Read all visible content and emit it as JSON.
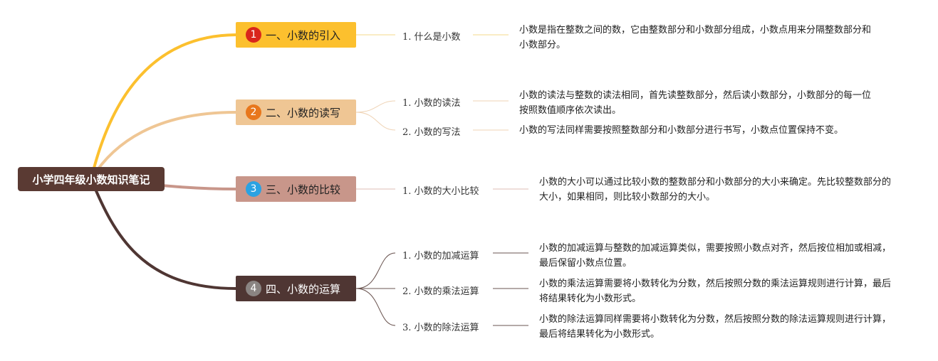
{
  "root": {
    "label": "小学四年级小数知识笔记"
  },
  "branches": [
    {
      "num": "1",
      "label": "一、小数的引入",
      "children": [
        {
          "label": "1. 什么是小数",
          "desc": "小数是指在整数之间的数，它由整数部分和小数部分组成，小数点用来分隔整数部分和小数部分。"
        }
      ]
    },
    {
      "num": "2",
      "label": "二、小数的读写",
      "children": [
        {
          "label": "1. 小数的读法",
          "desc": "小数的读法与整数的读法相同，首先读整数部分，然后读小数部分，小数部分的每一位按照数值顺序依次读出。"
        },
        {
          "label": "2. 小数的写法",
          "desc": "小数的写法同样需要按照整数部分和小数部分进行书写，小数点位置保持不变。"
        }
      ]
    },
    {
      "num": "3",
      "label": "三、小数的比较",
      "children": [
        {
          "label": "1. 小数的大小比较",
          "desc": "小数的大小可以通过比较小数的整数部分和小数部分的大小来确定。先比较整数部分的大小，如果相同，则比较小数部分的大小。"
        }
      ]
    },
    {
      "num": "4",
      "label": "四、小数的运算",
      "children": [
        {
          "label": "1. 小数的加减运算",
          "desc": "小数的加减运算与整数的加减运算类似，需要按照小数点对齐，然后按位相加或相减，最后保留小数点位置。"
        },
        {
          "label": "2. 小数的乘法运算",
          "desc": "小数的乘法运算需要将小数转化为分数，然后按照分数的乘法运算规则进行计算，最后将结果转化为小数形式。"
        },
        {
          "label": "3. 小数的除法运算",
          "desc": "小数的除法运算同样需要将小数转化为分数，然后按照分数的除法运算规则进行计算，最后将结果转化为小数形式。"
        }
      ]
    }
  ],
  "colors": {
    "branch1": "#fcc02e",
    "branch2": "#efc694",
    "branch3": "#c8968a",
    "branch4": "#4f3633",
    "badge1": "#d9261c",
    "badge2": "#e8771c",
    "badge3": "#2aa2e2",
    "badge4": "#8a8482"
  }
}
